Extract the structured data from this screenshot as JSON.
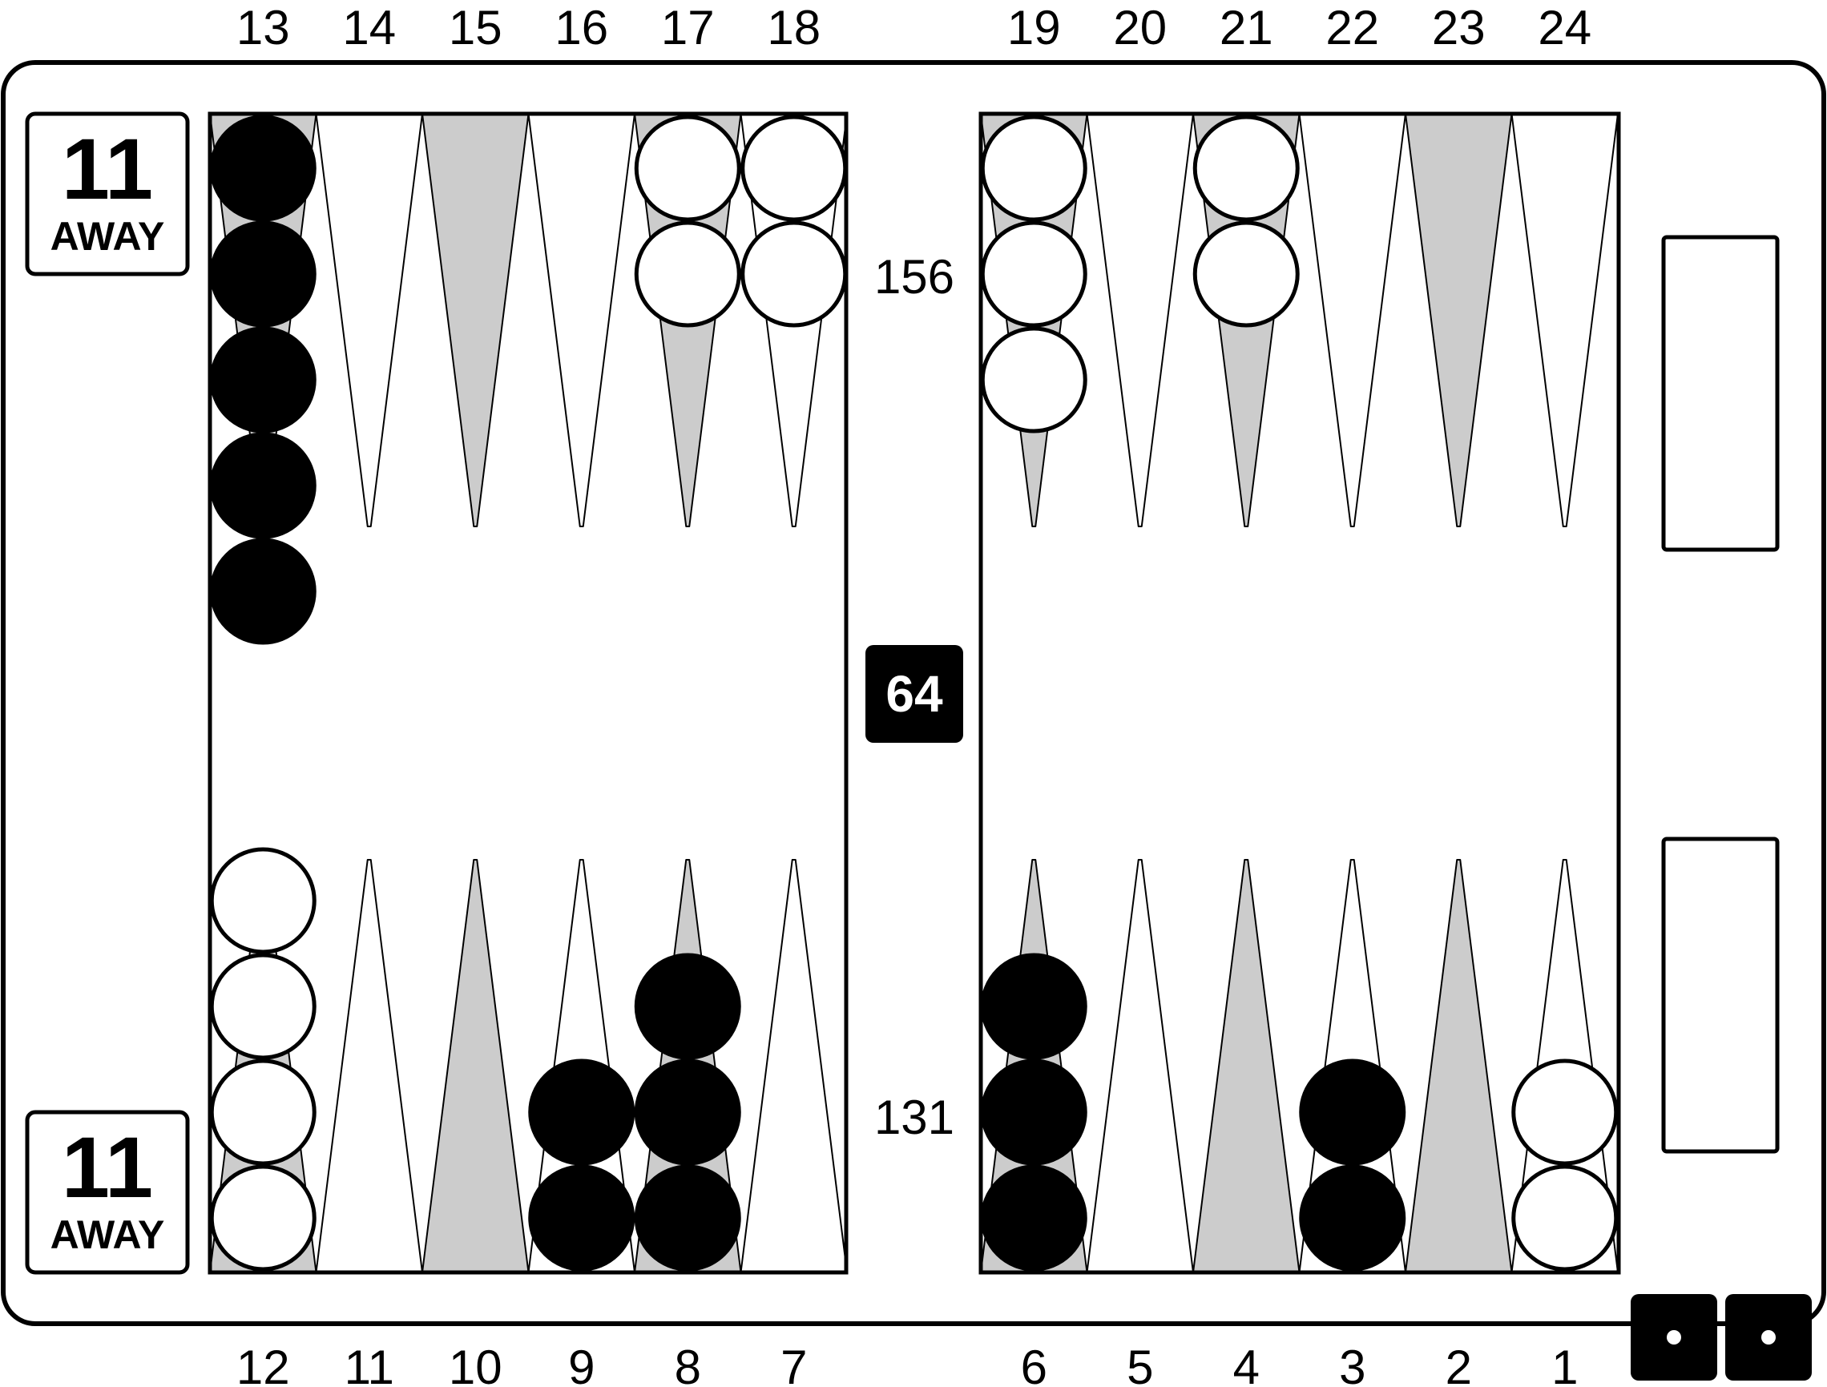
{
  "board": {
    "colors": {
      "background": "#ffffff",
      "outline": "#000000",
      "point_light": "#ffffff",
      "point_dark": "#cccccc",
      "checker_black": "#000000",
      "checker_white": "#ffffff",
      "cube_bg": "#000000",
      "cube_text": "#ffffff"
    },
    "top_point_numbers": [
      "13",
      "14",
      "15",
      "16",
      "17",
      "18",
      "19",
      "20",
      "21",
      "22",
      "23",
      "24"
    ],
    "bottom_point_numbers": [
      "12",
      "11",
      "10",
      "9",
      "8",
      "7",
      "6",
      "5",
      "4",
      "3",
      "2",
      "1"
    ],
    "match_score": {
      "top": {
        "number": "11",
        "label": "AWAY"
      },
      "bottom": {
        "number": "11",
        "label": "AWAY"
      }
    },
    "pip_counts": {
      "top": "156",
      "bottom": "131"
    },
    "cube": {
      "value": "64"
    },
    "dice": [
      1,
      1
    ],
    "checkers": [
      {
        "point": 13,
        "color": "black",
        "count": 5
      },
      {
        "point": 17,
        "color": "white",
        "count": 2
      },
      {
        "point": 18,
        "color": "white",
        "count": 2
      },
      {
        "point": 19,
        "color": "white",
        "count": 3
      },
      {
        "point": 21,
        "color": "white",
        "count": 2
      },
      {
        "point": 12,
        "color": "white",
        "count": 4
      },
      {
        "point": 9,
        "color": "black",
        "count": 2
      },
      {
        "point": 8,
        "color": "black",
        "count": 3
      },
      {
        "point": 6,
        "color": "black",
        "count": 3
      },
      {
        "point": 3,
        "color": "black",
        "count": 2
      },
      {
        "point": 1,
        "color": "white",
        "count": 2
      }
    ]
  }
}
